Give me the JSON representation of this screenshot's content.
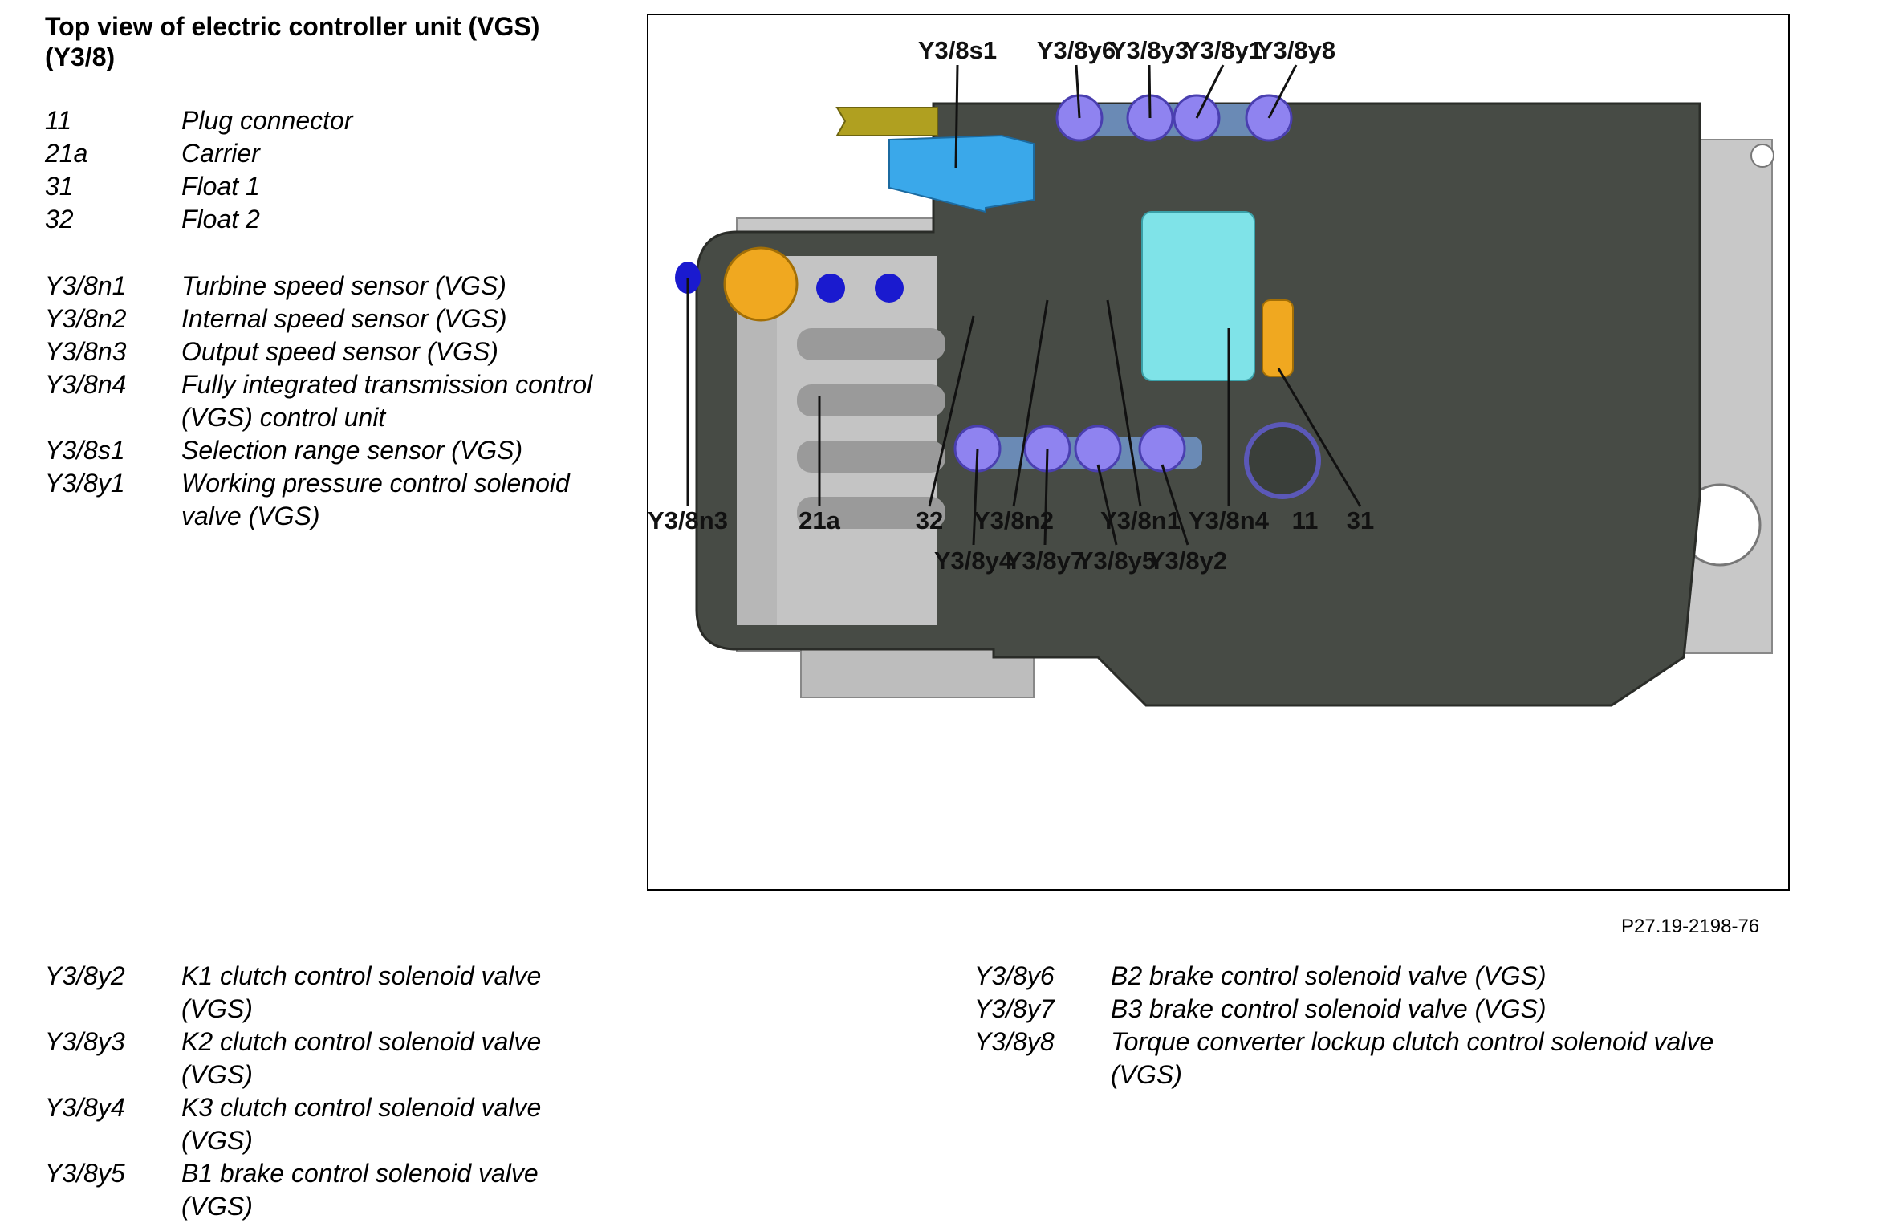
{
  "title": "Top view of electric controller unit (VGS) (Y3/8)",
  "legend_top": [
    {
      "code": "11",
      "desc": "Plug connector"
    },
    {
      "code": "21a",
      "desc": "Carrier"
    },
    {
      "code": "31",
      "desc": "Float 1"
    },
    {
      "code": "32",
      "desc": "Float 2"
    },
    {
      "code": "Y3/8n1",
      "desc": "Turbine speed sensor (VGS)"
    },
    {
      "code": "Y3/8n2",
      "desc": "Internal speed sensor (VGS)"
    },
    {
      "code": "Y3/8n3",
      "desc": "Output speed sensor (VGS)"
    },
    {
      "code": "Y3/8n4",
      "desc": "Fully integrated transmission control (VGS) control unit"
    },
    {
      "code": "Y3/8s1",
      "desc": "Selection range sensor (VGS)"
    },
    {
      "code": "Y3/8y1",
      "desc": "Working pressure control solenoid valve (VGS)"
    }
  ],
  "legend_bottom_left": [
    {
      "code": "Y3/8y2",
      "desc": "K1 clutch control solenoid valve (VGS)"
    },
    {
      "code": "Y3/8y3",
      "desc": "K2 clutch control solenoid valve (VGS)"
    },
    {
      "code": "Y3/8y4",
      "desc": "K3 clutch control solenoid valve (VGS)"
    },
    {
      "code": "Y3/8y5",
      "desc": "B1 brake control solenoid valve (VGS)"
    }
  ],
  "legend_bottom_right": [
    {
      "code": "Y3/8y6",
      "desc": "B2 brake control solenoid valve (VGS)"
    },
    {
      "code": "Y3/8y7",
      "desc": "B3 brake control solenoid valve (VGS)"
    },
    {
      "code": "Y3/8y8",
      "desc": "Torque converter lockup clutch control solenoid valve (VGS)"
    }
  ],
  "figure": {
    "id": "P27.19-2198-76",
    "callouts": {
      "s1": "Y3/8s1",
      "y6": "Y3/8y6",
      "y3": "Y3/8y3",
      "y1": "Y3/8y1",
      "y8": "Y3/8y8",
      "n3": "Y3/8n3",
      "c21a": "21a",
      "c32": "32",
      "n2": "Y3/8n2",
      "n1": "Y3/8n1",
      "n4": "Y3/8n4",
      "c11": "11",
      "c31": "31",
      "y4": "Y3/8y4",
      "y7": "Y3/8y7",
      "y5": "Y3/8y5",
      "y2": "Y3/8y2"
    },
    "colors": {
      "housing": "#474b45",
      "plate": "#c8c8c8",
      "solenoid": "#8f83f0",
      "sensor": "#1a1acf",
      "selector": "#3aa8ea",
      "control_unit": "#7fe3e8",
      "float": "#f0a820",
      "bracket": "#b0a020"
    }
  }
}
